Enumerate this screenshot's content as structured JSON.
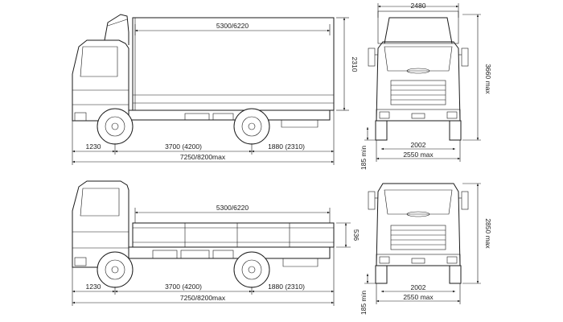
{
  "colors": {
    "line": "#1a1a1a",
    "background": "#ffffff"
  },
  "top_view": {
    "side": {
      "body_length": "5300/6220",
      "height": "2310",
      "front_overhang": "1230",
      "wheelbase": "3700 (4200)",
      "rear_overhang": "1880 (2310)",
      "overall_length": "7250/8200max"
    },
    "front": {
      "overall_width": "2480",
      "height": "3660 max",
      "ground_clearance": "185 min",
      "track": "2002",
      "body_width": "2550 max"
    }
  },
  "bottom_view": {
    "side": {
      "body_length": "5300/6220",
      "side_height": "536",
      "front_overhang": "1230",
      "wheelbase": "3700 (4200)",
      "rear_overhang": "1880 (2310)",
      "overall_length": "7250/8200max"
    },
    "front": {
      "height": "2850 max",
      "ground_clearance": "185 min",
      "track": "2002",
      "body_width": "2550 max"
    }
  }
}
